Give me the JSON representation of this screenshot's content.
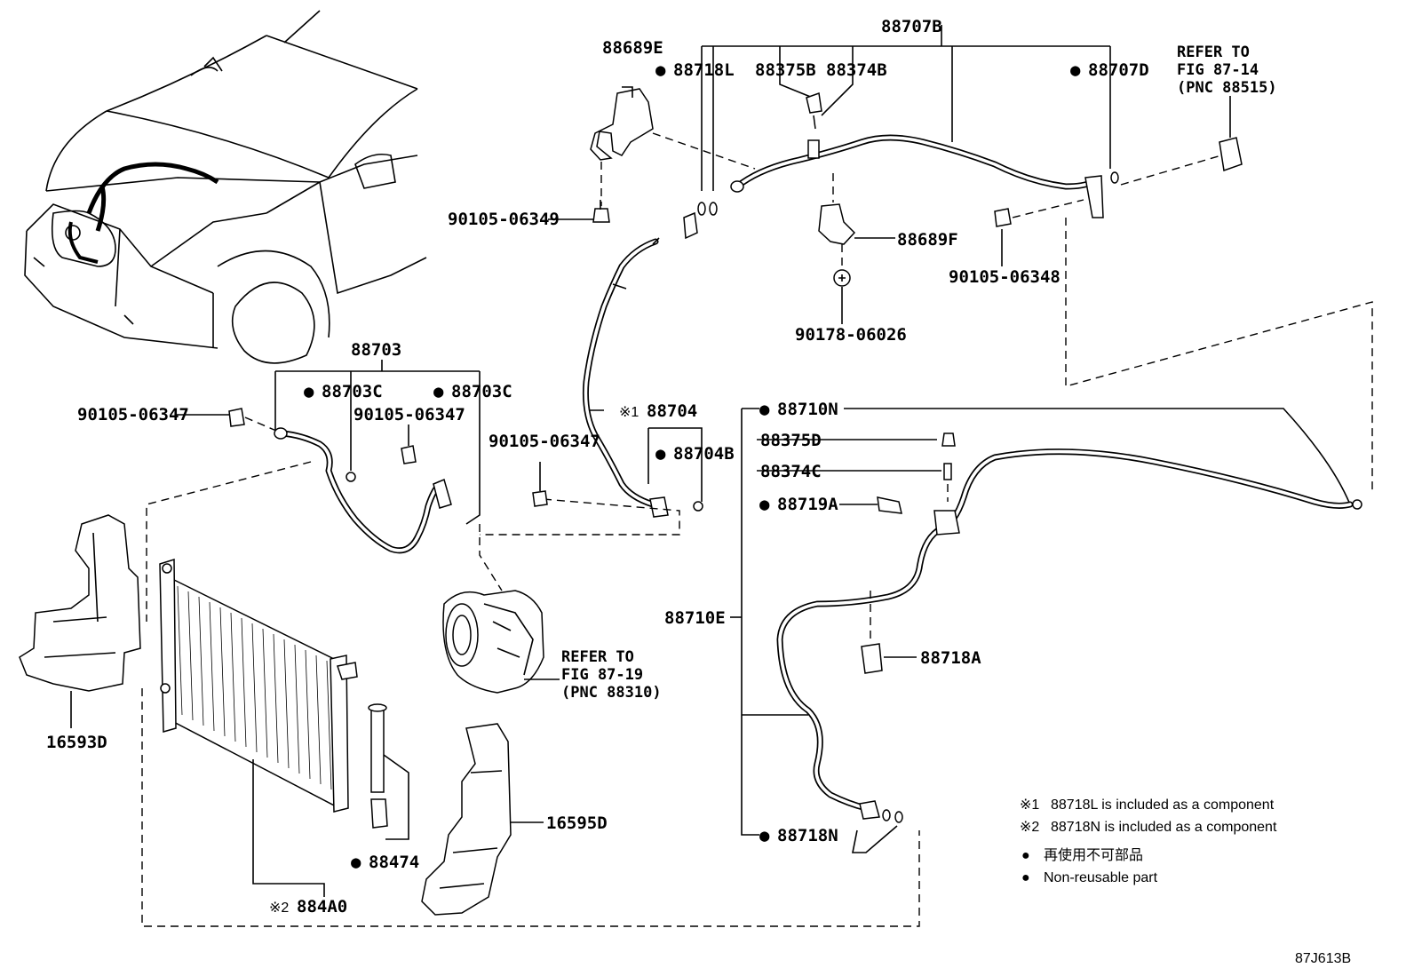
{
  "labels": {
    "p88707B": "88707B",
    "p88689E": "88689E",
    "p88718L": "88718L",
    "p88375B": "88375B",
    "p88374B": "88374B",
    "p88707D": "88707D",
    "p90105_06349": "90105-06349",
    "p88689F": "88689F",
    "p90105_06348": "90105-06348",
    "p90178_06026": "90178-06026",
    "p88703": "88703",
    "p88703C_a": "88703C",
    "p88703C_b": "88703C",
    "p90105_06347_a": "90105-06347",
    "p90105_06347_b": "90105-06347",
    "p90105_06347_c": "90105-06347",
    "p88704": "88704",
    "p88704B": "88704B",
    "p88710N": "88710N",
    "p88375D": "88375D",
    "p88374C": "88374C",
    "p88719A": "88719A",
    "p88710E": "88710E",
    "p88718A": "88718A",
    "p88718N": "88718N",
    "p16593D": "16593D",
    "p16595D": "16595D",
    "p88474": "88474",
    "p884A0": "884A0"
  },
  "markers": {
    "nonreusable": "●",
    "note1": "※1",
    "note2": "※2"
  },
  "refs": {
    "ref_88515": [
      "REFER TO",
      "FIG 87-14",
      "(PNC 88515)"
    ],
    "ref_88310": [
      "REFER TO",
      "FIG 87-19",
      "(PNC 88310)"
    ]
  },
  "notes": {
    "note1_text": "88718L  is included as a component",
    "note2_text": "88718N  is included as a component",
    "legend_jp": "再使用不可部品",
    "legend_en": "Non-reusable part"
  },
  "figure_code": "87J613B"
}
